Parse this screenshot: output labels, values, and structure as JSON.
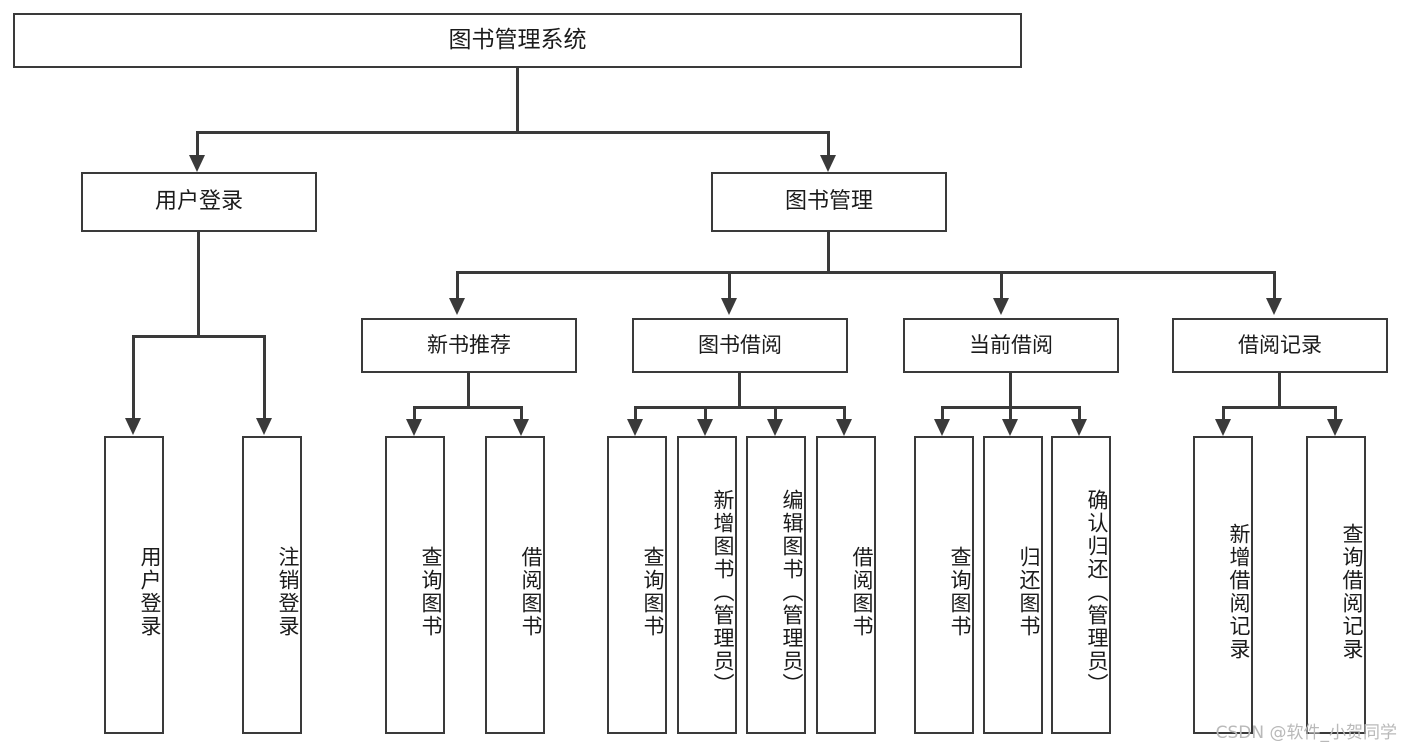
{
  "diagram": {
    "type": "tree",
    "title": "图书管理系统",
    "watermark": "CSDN @软件_小贺同学",
    "colors": {
      "stroke": "#3a3a3a",
      "fill": "#ffffff",
      "text": "#1b1b1b",
      "watermark": "#b9b9b9"
    },
    "root": {
      "label": "图书管理系统",
      "level": 1
    },
    "level2": [
      {
        "label": "用户登录"
      },
      {
        "label": "图书管理"
      }
    ],
    "level3": [
      {
        "label": "新书推荐"
      },
      {
        "label": "图书借阅"
      },
      {
        "label": "当前借阅"
      },
      {
        "label": "借阅记录"
      }
    ],
    "leaves": {
      "user_login": [
        {
          "label": "用户登录"
        },
        {
          "label": "注销登录"
        }
      ],
      "new_book_recommend": [
        {
          "label": "查询图书"
        },
        {
          "label": "借阅图书"
        }
      ],
      "book_borrow": [
        {
          "label": "查询图书"
        },
        {
          "label": "新增图书（管理员）"
        },
        {
          "label": "编辑图书（管理员）"
        },
        {
          "label": "借阅图书"
        }
      ],
      "current_borrow": [
        {
          "label": "查询图书"
        },
        {
          "label": "归还图书"
        },
        {
          "label": "确认归还（管理员）"
        }
      ],
      "borrow_record": [
        {
          "label": "新增借阅记录"
        },
        {
          "label": "查询借阅记录"
        }
      ]
    }
  },
  "chart_data": {
    "type": "table",
    "title": "图书管理系统 功能结构图",
    "nodes": [
      {
        "id": "root",
        "label": "图书管理系统",
        "level": 1,
        "parent": null
      },
      {
        "id": "user-login",
        "label": "用户登录",
        "level": 2,
        "parent": "root"
      },
      {
        "id": "book-manage",
        "label": "图书管理",
        "level": 2,
        "parent": "root"
      },
      {
        "id": "new-book",
        "label": "新书推荐",
        "level": 3,
        "parent": "book-manage"
      },
      {
        "id": "book-borrow",
        "label": "图书借阅",
        "level": 3,
        "parent": "book-manage"
      },
      {
        "id": "current-borrow",
        "label": "当前借阅",
        "level": 3,
        "parent": "book-manage"
      },
      {
        "id": "borrow-record",
        "label": "借阅记录",
        "level": 3,
        "parent": "book-manage"
      },
      {
        "id": "leaf-1",
        "label": "用户登录",
        "level": 4,
        "parent": "user-login"
      },
      {
        "id": "leaf-2",
        "label": "注销登录",
        "level": 4,
        "parent": "user-login"
      },
      {
        "id": "leaf-3",
        "label": "查询图书",
        "level": 4,
        "parent": "new-book"
      },
      {
        "id": "leaf-4",
        "label": "借阅图书",
        "level": 4,
        "parent": "new-book"
      },
      {
        "id": "leaf-5",
        "label": "查询图书",
        "level": 4,
        "parent": "book-borrow"
      },
      {
        "id": "leaf-6",
        "label": "新增图书（管理员）",
        "level": 4,
        "parent": "book-borrow"
      },
      {
        "id": "leaf-7",
        "label": "编辑图书（管理员）",
        "level": 4,
        "parent": "book-borrow"
      },
      {
        "id": "leaf-8",
        "label": "借阅图书",
        "level": 4,
        "parent": "book-borrow"
      },
      {
        "id": "leaf-9",
        "label": "查询图书",
        "level": 4,
        "parent": "current-borrow"
      },
      {
        "id": "leaf-10",
        "label": "归还图书",
        "level": 4,
        "parent": "current-borrow"
      },
      {
        "id": "leaf-11",
        "label": "确认归还（管理员）",
        "level": 4,
        "parent": "current-borrow"
      },
      {
        "id": "leaf-12",
        "label": "新增借阅记录",
        "level": 4,
        "parent": "borrow-record"
      },
      {
        "id": "leaf-13",
        "label": "查询借阅记录",
        "level": 4,
        "parent": "borrow-record"
      }
    ]
  }
}
